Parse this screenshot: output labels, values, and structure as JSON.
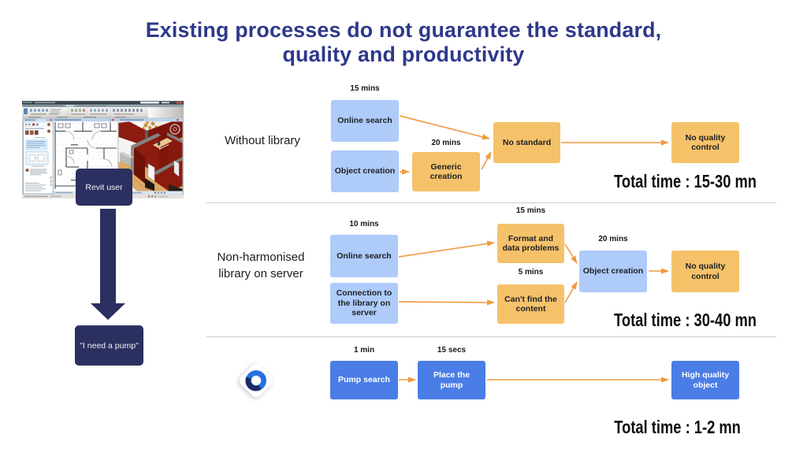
{
  "slide": {
    "title_line1": "Existing processes do not guarantee the standard,",
    "title_line2": "quality and productivity"
  },
  "colors": {
    "title": "#2e388a",
    "navy": "#2b3060",
    "lightblue": "#aecbfa",
    "orange": "#f5c26a",
    "blue": "#4a7de6",
    "arrow": "#f09a3e",
    "divider": "#cbcbcb",
    "logo_ring_blue": "#2472e0",
    "logo_ring_navy": "#1b2a66"
  },
  "icons": {
    "logo": "blue-ring-in-white-diamond-logo",
    "revit_screenshot": "revit-application-window-screenshot"
  },
  "left_panel": {
    "revit_user": "Revit user",
    "quote": "\"I need a pump\""
  },
  "rows": [
    {
      "label_lines": [
        "Without library"
      ],
      "boxes": [
        {
          "label": "Online search",
          "time": "15 mins"
        },
        {
          "label": "Object creation"
        },
        {
          "label": "Generic creation",
          "time": "20 mins"
        },
        {
          "label": "No standard"
        },
        {
          "label": "No quality control"
        }
      ],
      "total": "Total time : 15-30 mn"
    },
    {
      "label_lines": [
        "Non-harmonised",
        "library on server"
      ],
      "boxes": [
        {
          "label": "Online search",
          "time": "10 mins"
        },
        {
          "label": "Connection to the library on server"
        },
        {
          "label": "Format and data problems",
          "time": "15 mins"
        },
        {
          "label": "Can't find the content",
          "time": "5 mins"
        },
        {
          "label": "Object creation",
          "time": "20 mins"
        },
        {
          "label": "No quality control"
        }
      ],
      "total": "Total time : 30-40 mn"
    },
    {
      "label_lines": [],
      "boxes": [
        {
          "label": "Pump search",
          "time": "1 min"
        },
        {
          "label": "Place the pump",
          "time": "15 secs"
        },
        {
          "label": "High quality object"
        }
      ],
      "total": "Total time : 1-2 mn"
    }
  ]
}
